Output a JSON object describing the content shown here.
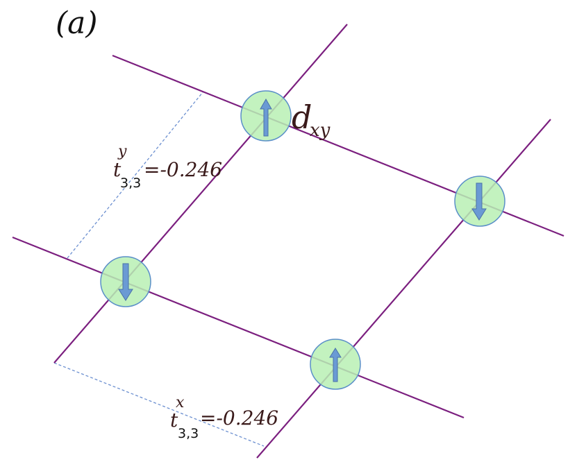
{
  "panel_label": "(a)",
  "orbital_label": {
    "main": "d",
    "sub": "xy"
  },
  "hopping_y": {
    "symbol": "t",
    "superscript": "y",
    "subscript": "3,3",
    "value_text": "=-0.246"
  },
  "hopping_x": {
    "symbol": "t",
    "superscript": "x",
    "subscript": "3,3",
    "value_text": "=-0.246"
  },
  "sites": [
    {
      "name": "site-top",
      "spin": "up"
    },
    {
      "name": "site-right",
      "spin": "down"
    },
    {
      "name": "site-left",
      "spin": "down"
    },
    {
      "name": "site-bottom",
      "spin": "up"
    }
  ],
  "colors": {
    "bond_line": "#7b1f7f",
    "site_fill": "#b9f0b4",
    "site_stroke": "#5a8fc8",
    "arrow_fill": "#6a9ad4",
    "arrow_stroke": "#4a72a8",
    "guide_line": "#6b8fd0",
    "text": "#3a1a1a"
  }
}
